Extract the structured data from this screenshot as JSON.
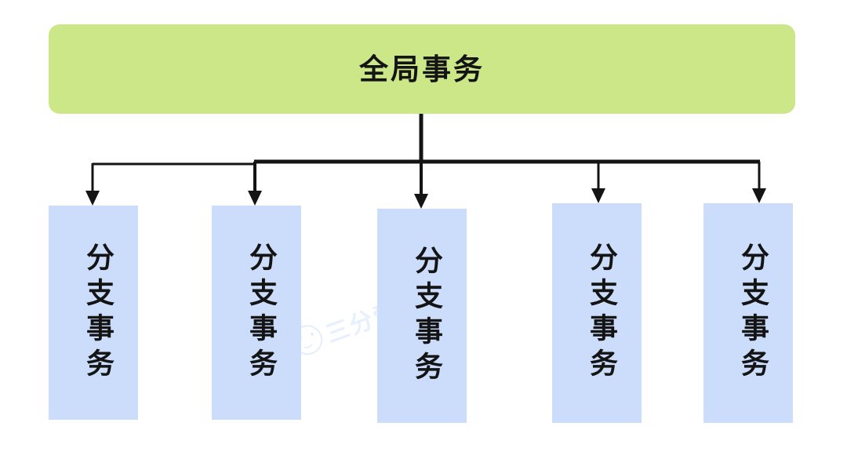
{
  "diagram": {
    "type": "tree",
    "orientation": "top-down",
    "background_color": "#ffffff",
    "root": {
      "label": "全局事务",
      "fill_color": "#cbe788",
      "shape": "rounded-rectangle"
    },
    "branches": [
      {
        "label": "分支事务",
        "fill_color": "#cbddfb",
        "shape": "rectangle"
      },
      {
        "label": "分支事务",
        "fill_color": "#cbddfb",
        "shape": "rectangle"
      },
      {
        "label": "分支事务",
        "fill_color": "#cbddfb",
        "shape": "rectangle"
      },
      {
        "label": "分支事务",
        "fill_color": "#cbddfb",
        "shape": "rectangle"
      },
      {
        "label": "分支事务",
        "fill_color": "#cbddfb",
        "shape": "rectangle"
      }
    ],
    "connector": {
      "color": "#141414",
      "style": "orthogonal-with-arrowheads",
      "arrow_count": 5
    },
    "watermark": {
      "text": "三分爱",
      "icon": "smiley-face-icon",
      "color": "#d5e5fa"
    }
  }
}
